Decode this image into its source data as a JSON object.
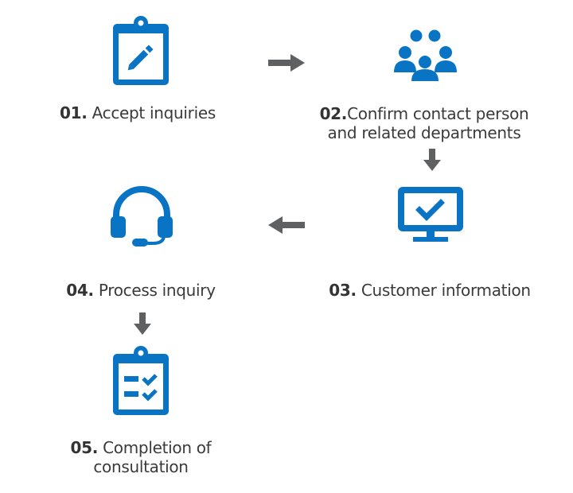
{
  "title": "Inquiry process flow",
  "colors": {
    "icon": "#0a74c4",
    "arrow": "#5f6061",
    "text": "#3a3a3a"
  },
  "steps": [
    {
      "num": "01.",
      "text": "Accept inquiries",
      "icon": "clipboard-pencil-icon"
    },
    {
      "num": "02.",
      "text": "Confirm contact person",
      "text2": "and related departments",
      "icon": "people-group-icon"
    },
    {
      "num": "03.",
      "text": "Customer information",
      "icon": "monitor-check-icon"
    },
    {
      "num": "04.",
      "text": "Process inquiry",
      "icon": "headset-icon"
    },
    {
      "num": "05.",
      "text": "Completion of",
      "text2": "consultation",
      "icon": "clipboard-checklist-icon"
    }
  ],
  "arrows": [
    {
      "from": "01",
      "to": "02",
      "direction": "right"
    },
    {
      "from": "02",
      "to": "03",
      "direction": "down"
    },
    {
      "from": "03",
      "to": "04",
      "direction": "left"
    },
    {
      "from": "04",
      "to": "05",
      "direction": "down"
    }
  ]
}
